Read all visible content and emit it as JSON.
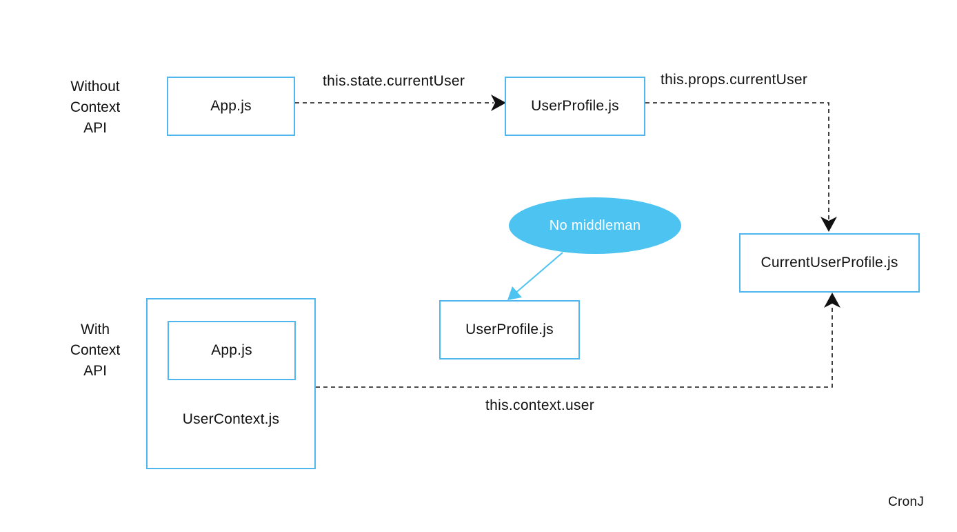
{
  "colors": {
    "box_border": "#4fb6ee",
    "bubble_fill": "#4cc3f1",
    "bubble_arrow": "#4cc3f1",
    "connector": "#111111",
    "text": "#111111"
  },
  "rows": {
    "without": {
      "label": "Without\nContext\nAPI"
    },
    "with": {
      "label": "With\nContext\nAPI"
    }
  },
  "nodes": {
    "app_top": "App.js",
    "userprofile_top": "UserProfile.js",
    "current_user_profile": "CurrentUserProfile.js",
    "user_context_wrapper": "UserContext.js",
    "app_inner": "App.js",
    "userprofile_bottom": "UserProfile.js"
  },
  "edges": {
    "app_to_userprofile": {
      "label": "this.state.currentUser",
      "style": "dashed"
    },
    "userprofile_to_current": {
      "label": "this.props.currentUser",
      "style": "dashed"
    },
    "context_to_current": {
      "label": "this.context.user",
      "style": "dashed"
    }
  },
  "callout": {
    "text": "No middleman",
    "points_to": "userprofile_bottom"
  },
  "watermark": "CronJ"
}
